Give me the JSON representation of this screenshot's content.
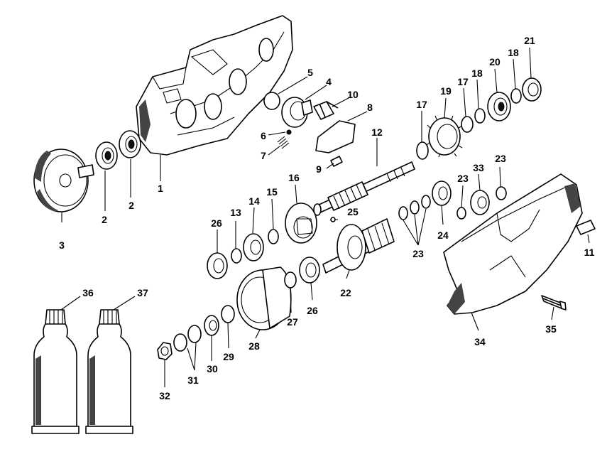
{
  "labels": [
    {
      "id": "1",
      "text": "1"
    },
    {
      "id": "2a",
      "text": "2"
    },
    {
      "id": "2b",
      "text": "2"
    },
    {
      "id": "3",
      "text": "3"
    },
    {
      "id": "4",
      "text": "4"
    },
    {
      "id": "5",
      "text": "5"
    },
    {
      "id": "6",
      "text": "6"
    },
    {
      "id": "7",
      "text": "7"
    },
    {
      "id": "8",
      "text": "8"
    },
    {
      "id": "9",
      "text": "9"
    },
    {
      "id": "10",
      "text": "10"
    },
    {
      "id": "11",
      "text": "11"
    },
    {
      "id": "12",
      "text": "12"
    },
    {
      "id": "13",
      "text": "13"
    },
    {
      "id": "14",
      "text": "14"
    },
    {
      "id": "15",
      "text": "15"
    },
    {
      "id": "16",
      "text": "16"
    },
    {
      "id": "17a",
      "text": "17"
    },
    {
      "id": "17b",
      "text": "17"
    },
    {
      "id": "18a",
      "text": "18"
    },
    {
      "id": "18b",
      "text": "18"
    },
    {
      "id": "19",
      "text": "19"
    },
    {
      "id": "20",
      "text": "20"
    },
    {
      "id": "21",
      "text": "21"
    },
    {
      "id": "22",
      "text": "22"
    },
    {
      "id": "23a",
      "text": "23"
    },
    {
      "id": "23b",
      "text": "23"
    },
    {
      "id": "23c",
      "text": "23"
    },
    {
      "id": "24",
      "text": "24"
    },
    {
      "id": "25",
      "text": "25"
    },
    {
      "id": "26a",
      "text": "26"
    },
    {
      "id": "26b",
      "text": "26"
    },
    {
      "id": "27",
      "text": "27"
    },
    {
      "id": "28",
      "text": "28"
    },
    {
      "id": "29",
      "text": "29"
    },
    {
      "id": "30",
      "text": "30"
    },
    {
      "id": "31",
      "text": "31"
    },
    {
      "id": "32",
      "text": "32"
    },
    {
      "id": "33",
      "text": "33"
    },
    {
      "id": "34",
      "text": "34"
    },
    {
      "id": "35",
      "text": "35"
    },
    {
      "id": "36",
      "text": "36"
    },
    {
      "id": "37",
      "text": "37"
    }
  ]
}
